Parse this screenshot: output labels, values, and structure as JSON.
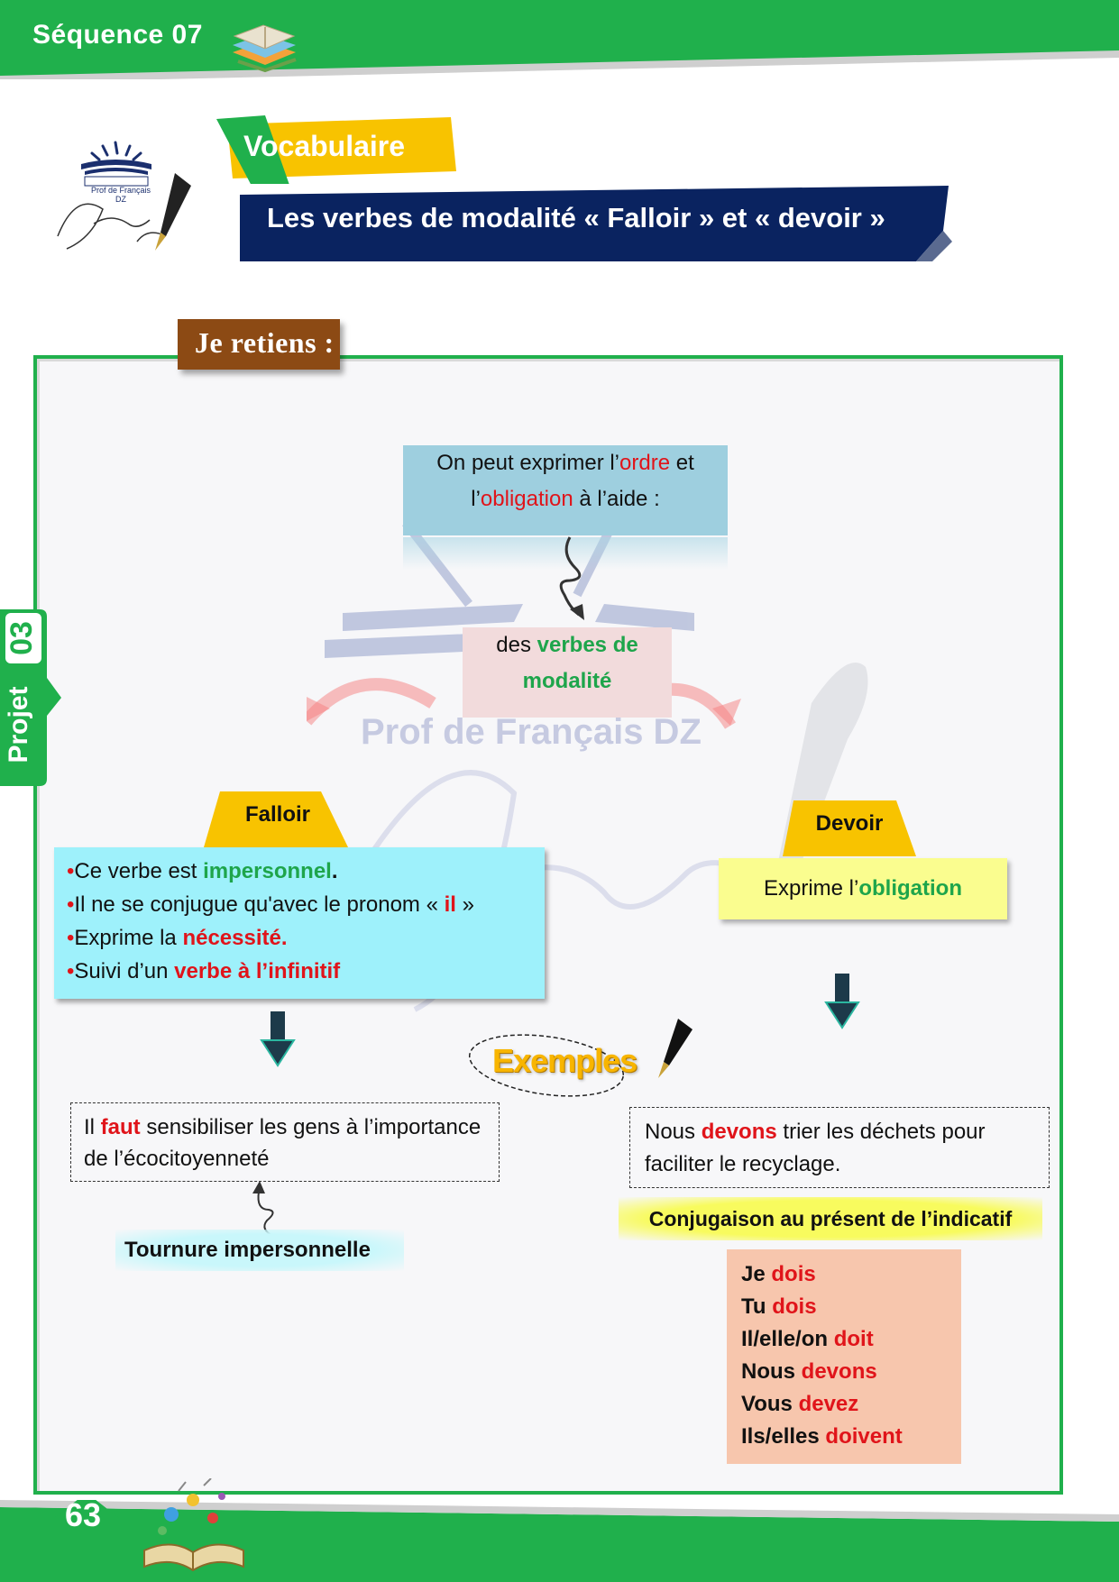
{
  "header": {
    "sequence": "Séquence 07"
  },
  "logo": {
    "caption": "Prof de Français DZ",
    "signature": "Antar"
  },
  "titles": {
    "tag": "Vocabulaire",
    "main": "Les verbes de modalité « Falloir » et « devoir »"
  },
  "section": {
    "label": "Je retiens :"
  },
  "side_tab": {
    "label": "Projet",
    "number": "03"
  },
  "watermark": {
    "text": "Prof de Français DZ"
  },
  "intro": {
    "part1": "On peut exprimer l’",
    "word1": "ordre",
    "part2": " et l’",
    "word2": "obligation",
    "part3": " à l’aide :"
  },
  "modal": {
    "prefix": "des ",
    "highlight": "verbes de modalité"
  },
  "falloir": {
    "tag": "Falloir",
    "lines": [
      {
        "bullet": "•",
        "text": "Ce verbe est ",
        "highlight": "impersonnel",
        "suffix": "."
      },
      {
        "bullet": "•",
        "text": "Il ne se conjugue qu'avec le pronom « ",
        "highlight": "il",
        "suffix": " »"
      },
      {
        "bullet": "•",
        "text": "Exprime la ",
        "highlight": "nécessité.",
        "suffix": ""
      },
      {
        "bullet": "•",
        "text": "Suivi d’un ",
        "highlight": "verbe à l’infinitif",
        "suffix": ""
      }
    ],
    "example": {
      "pre": "Il ",
      "verb": "faut",
      "post": " sensibiliser les gens à l’importance de l’écocitoyenneté"
    },
    "note": "Tournure impersonnelle"
  },
  "devoir": {
    "tag": "Devoir",
    "desc_pre": "Exprime l’",
    "desc_highlight": "obligation",
    "example": {
      "pre": "Nous ",
      "verb": "devons",
      "post": " trier les déchets pour faciliter le recyclage."
    },
    "conj_title": "Conjugaison au présent de l’indicatif",
    "conjugation": [
      {
        "pronoun": "Je ",
        "form": "dois"
      },
      {
        "pronoun": "Tu ",
        "form": "dois"
      },
      {
        "pronoun": "Il/elle/on ",
        "form": "doit"
      },
      {
        "pronoun": "Nous ",
        "form": "devons"
      },
      {
        "pronoun": "Vous ",
        "form": "devez"
      },
      {
        "pronoun": "Ils/elles ",
        "form": "doivent"
      }
    ]
  },
  "examples_label": "Exemples",
  "footer": {
    "page": "63"
  },
  "colors": {
    "green": "#20b04c",
    "navy": "#0a2360",
    "yellow": "#f8c300",
    "brown": "#8c4a14",
    "red": "#e0141a"
  }
}
